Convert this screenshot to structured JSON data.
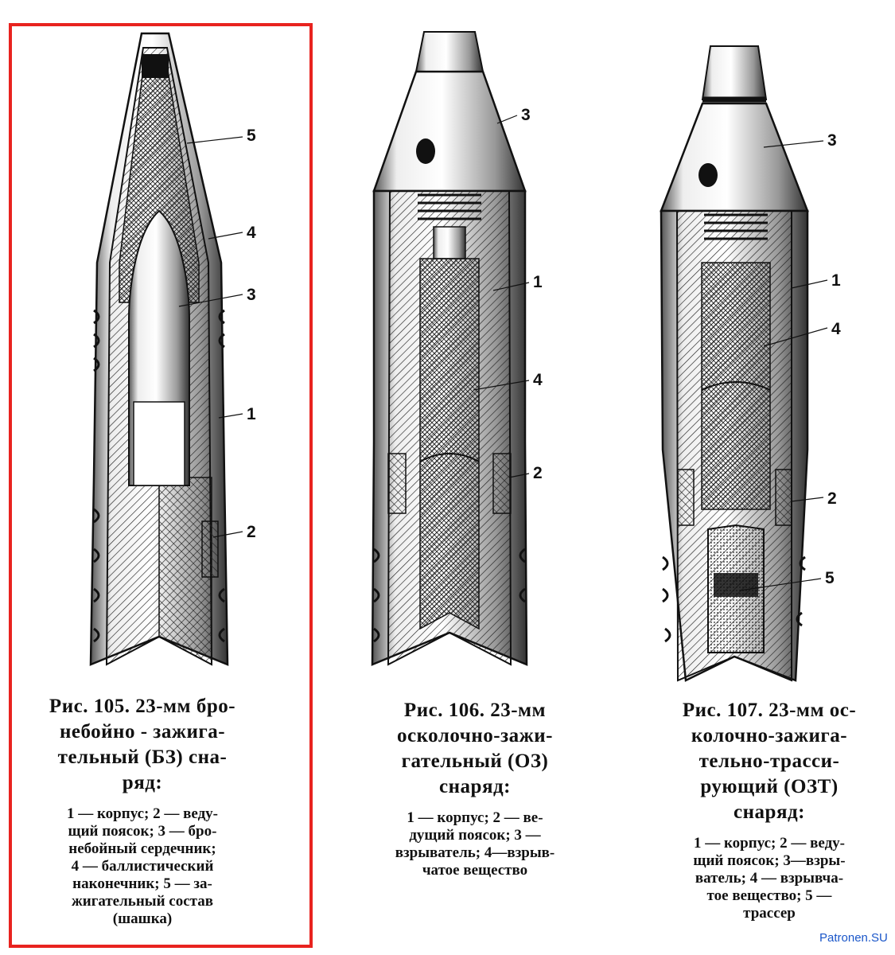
{
  "highlight_color": "#e8231f",
  "figures": [
    {
      "callouts": [
        "5",
        "4",
        "3",
        "1",
        "2"
      ],
      "caption": {
        "lines": [
          "Рис. 105. 23-мм бро-",
          "небойно - зажига-",
          "тельный (БЗ) сна-",
          "ряд:"
        ],
        "legend_lines": [
          "1 — корпус;  2 — веду-",
          "щий поясок; 3 — бро-",
          "небойный сердечник;",
          "4 — баллистический",
          "наконечник;  5 — за-",
          "жигательный состав",
          "(шашка)"
        ]
      }
    },
    {
      "callouts": [
        "3",
        "1",
        "4",
        "2"
      ],
      "caption": {
        "lines": [
          "Рис.  106.  23-мм",
          "осколочно-зажи-",
          "гательный (ОЗ)",
          "снаряд:"
        ],
        "legend_lines": [
          "1 — корпус;   2 — ве-",
          "дущий  поясок;  3 —",
          "взрыватель; 4—взрыв-",
          "чатое вещество"
        ]
      }
    },
    {
      "callouts": [
        "3",
        "1",
        "4",
        "2",
        "5"
      ],
      "caption": {
        "lines": [
          "Рис. 107. 23-мм ос-",
          "колочно-зажига-",
          "тельно-трасси-",
          "рующий (ОЗТ)",
          "снаряд:"
        ],
        "legend_lines": [
          "1 — корпус;  2 — веду-",
          "щий поясок; 3—взры-",
          "ватель;  4 — взрывча-",
          "тое вещество; 5 —",
          "трассер"
        ]
      }
    }
  ],
  "watermark": "Patronen.SU"
}
